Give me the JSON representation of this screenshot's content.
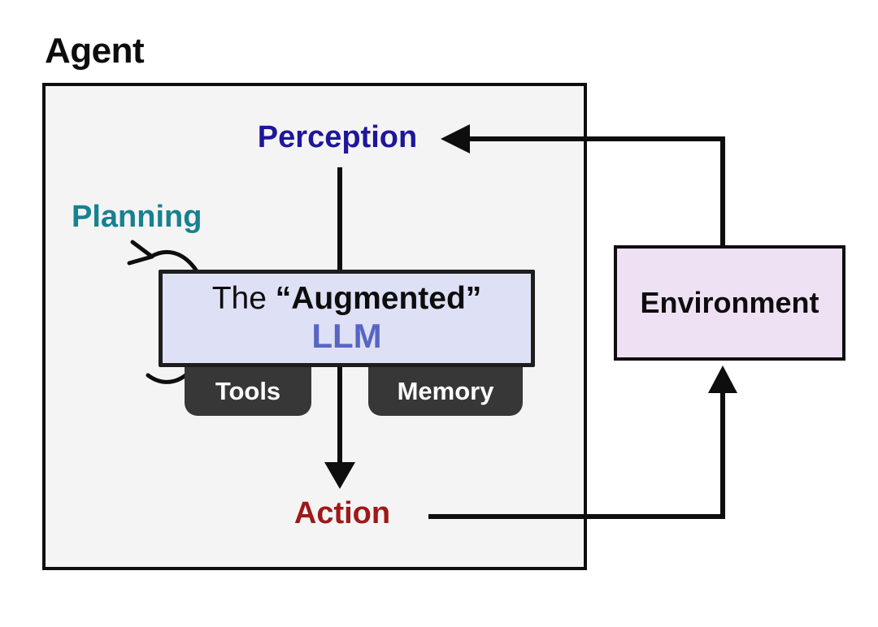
{
  "diagram": {
    "title": "Agent",
    "nodes": {
      "perception": {
        "label": "Perception",
        "color": "#1e179a"
      },
      "planning": {
        "label": "Planning",
        "color": "#17818f"
      },
      "augmented_llm": {
        "prefix": "The ",
        "emphasis": "“Augmented”",
        "subtitle": "LLM",
        "subtitle_color": "#5766c5",
        "fill": "#dee1f5"
      },
      "tools": {
        "label": "Tools",
        "fill": "#373737"
      },
      "memory": {
        "label": "Memory",
        "fill": "#373737"
      },
      "action": {
        "label": "Action",
        "color": "#9e1919"
      },
      "environment": {
        "label": "Environment",
        "fill": "#efe1f4"
      }
    },
    "edges": [
      {
        "from": "environment",
        "to": "perception",
        "type": "arrow"
      },
      {
        "from": "perception",
        "to": "augmented_llm",
        "type": "line"
      },
      {
        "from": "augmented_llm",
        "to": "action",
        "type": "arrow"
      },
      {
        "from": "action",
        "to": "environment",
        "type": "arrow"
      },
      {
        "from": "planning",
        "to": "augmented_llm",
        "type": "self-loop"
      }
    ],
    "colors": {
      "line": "#0e0e0e",
      "agent_fill": "#f5f4f5",
      "page_background": "#ffffff"
    }
  }
}
